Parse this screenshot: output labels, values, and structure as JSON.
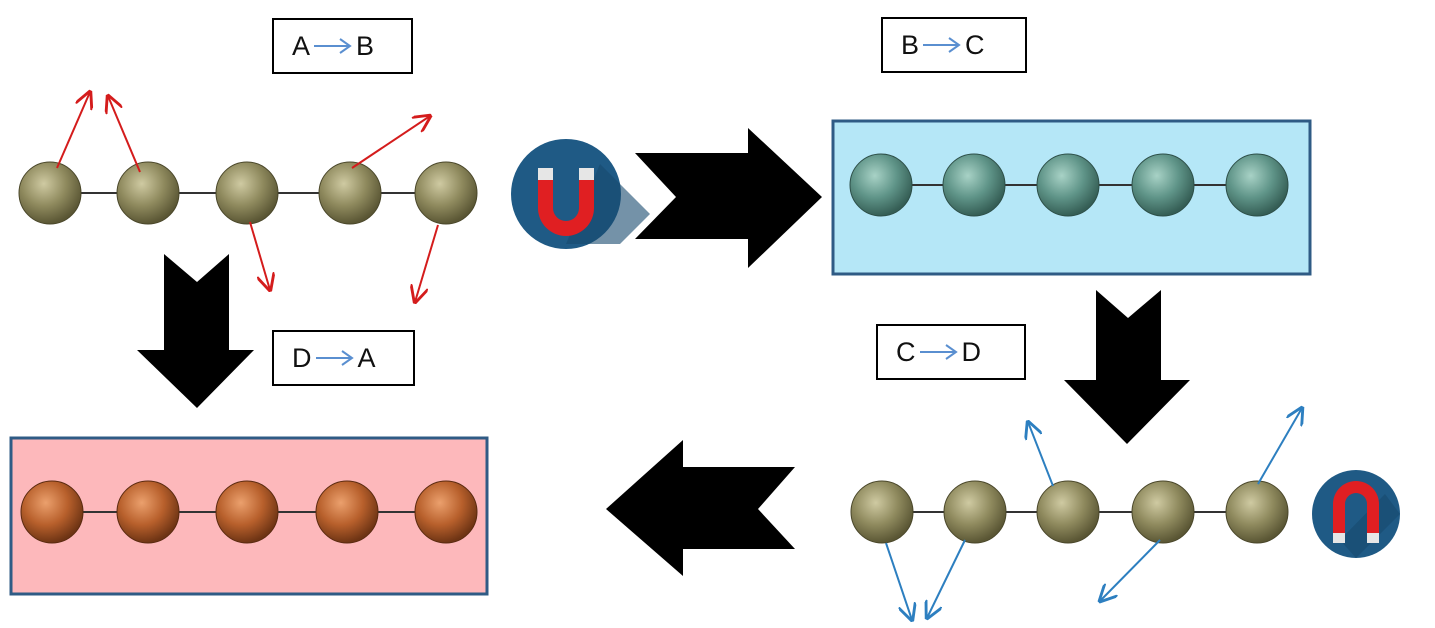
{
  "labels": {
    "ab": {
      "from": "A",
      "to": "B"
    },
    "bc": {
      "from": "B",
      "to": "C"
    },
    "cd": {
      "from": "C",
      "to": "D"
    },
    "da": {
      "from": "D",
      "to": "A"
    }
  },
  "colors": {
    "state_a_bead": "#8f8a5e",
    "state_b_bead": "#5f9488",
    "state_c_bead": "#8f8a5e",
    "state_d_bead": "#b8602c",
    "panel_b_fill": "#b5e7f7",
    "panel_d_fill": "#fdb8bb",
    "panel_border": "#2f5b85",
    "arrow_red": "#d41c1c",
    "arrow_blue": "#2d7fc0",
    "label_arrow": "#5a8fd0",
    "magnet_bg": "#1f5a85",
    "magnet_body": "#e01f22",
    "block_arrow": "#000000"
  },
  "icons": {
    "magnet": "magnet-icon",
    "flow_arrow": "block-arrow-icon"
  }
}
